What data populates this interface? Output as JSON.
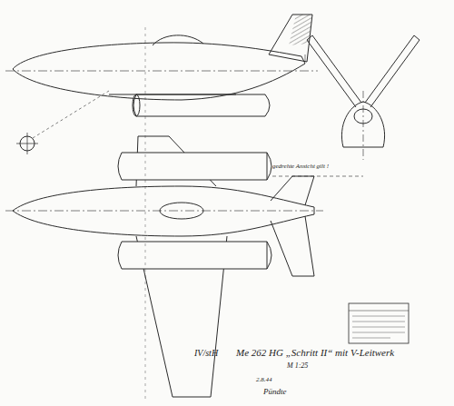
{
  "diagram": {
    "labels": [
      "IV/stH",
      "Me 262 HG „Schritt II“ mit V-Leitwerk",
      "M 1:25",
      "2.8.44",
      "Pündte",
      "gedrehte Ansicht gilt !"
    ]
  }
}
